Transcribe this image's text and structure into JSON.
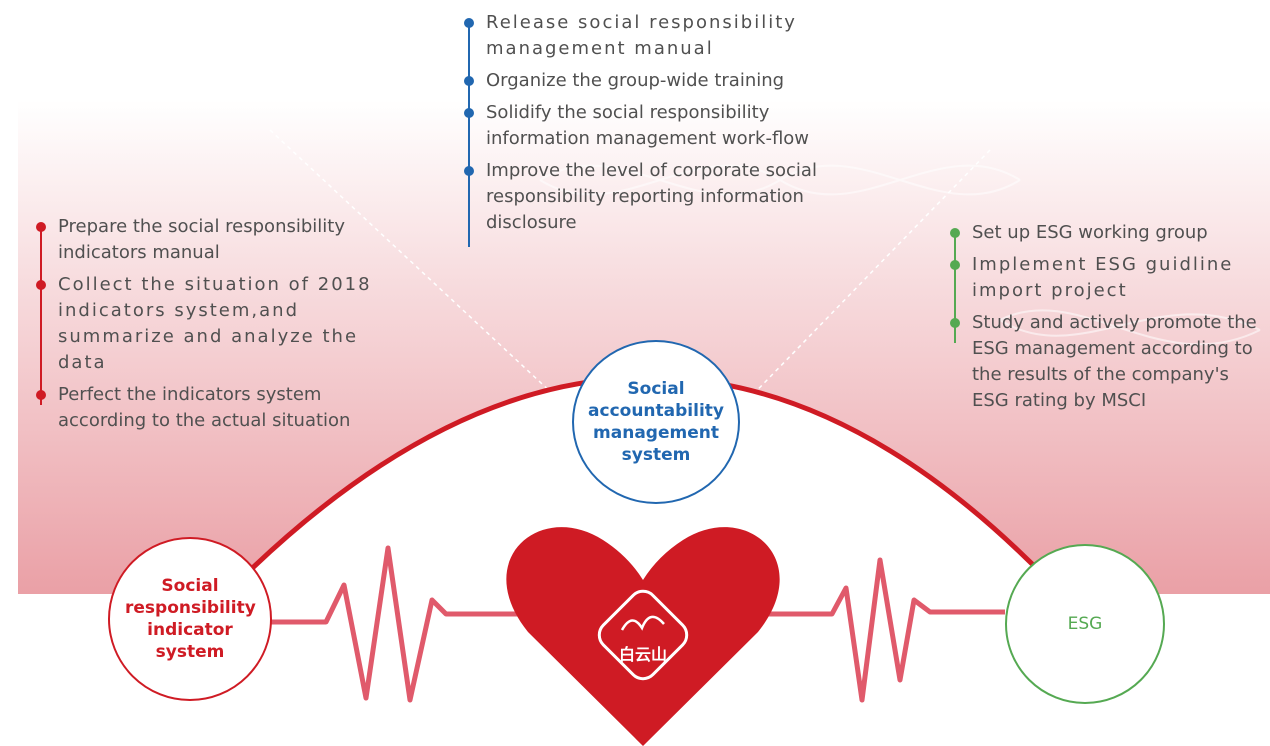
{
  "nodes": {
    "center": "Social accountability management system",
    "left": "Social responsibility indicator system",
    "right": "ESG"
  },
  "logo_text": "白云山",
  "center_items": [
    "Release social responsibility management manual",
    "Organize the group-wide training",
    "Solidify the social responsibility information management work-flow",
    "Improve the level of corporate social responsibility reporting information disclosure"
  ],
  "left_items": [
    "Prepare the social responsibility indicators manual",
    "Collect the situation of 2018 indicators system,and summarize and analyze the data",
    "Perfect the indicators system according to the actual situation"
  ],
  "right_items": [
    "Set up ESG working group",
    "Implement ESG guidline import project",
    "Study and actively promote the ESG management according to the results of the company's ESG rating by MSCI"
  ],
  "colors": {
    "red": "#cf1b24",
    "blue": "#2167b0",
    "green": "#55a952",
    "pulse": "#e05a6b",
    "band_top": "#ffffff",
    "band_bottom": "#eaa0a6"
  }
}
